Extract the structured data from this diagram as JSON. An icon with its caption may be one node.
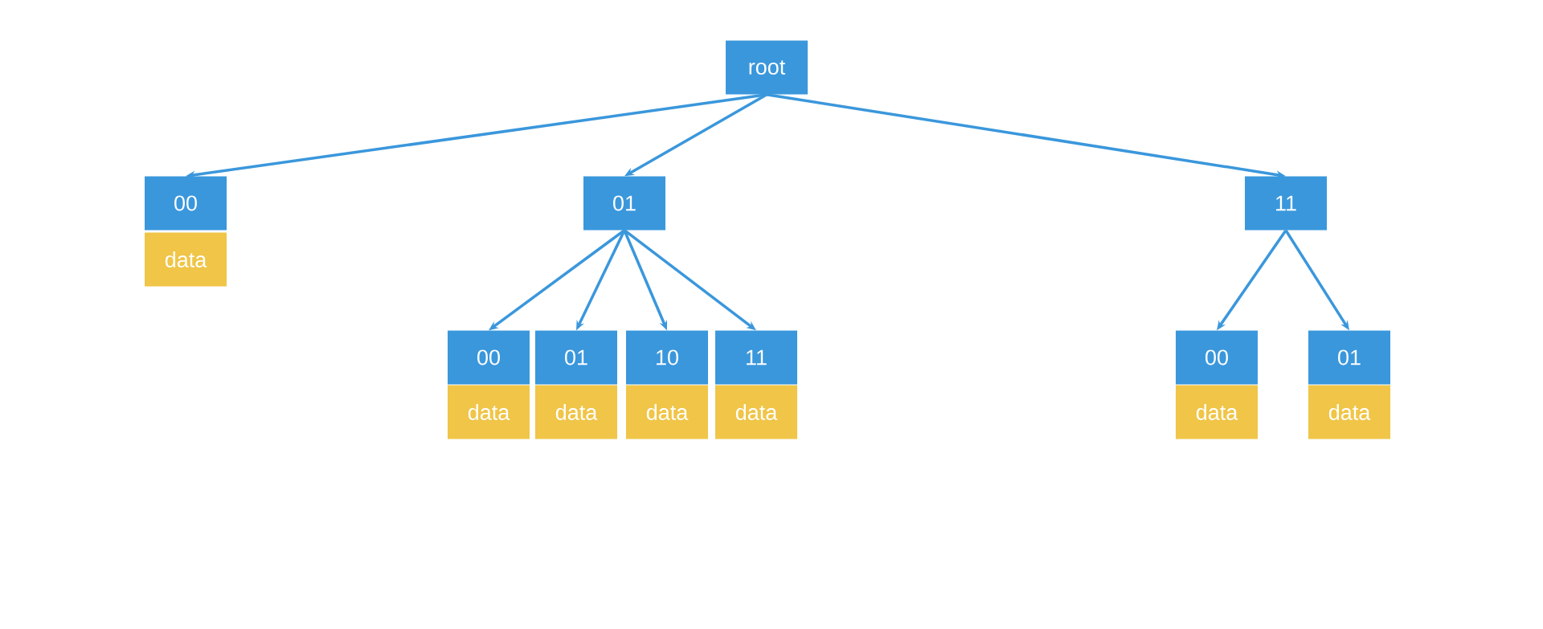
{
  "diagram": {
    "nodes": [
      {
        "text": [
          "root"
        ]
      },
      {
        "text": [
          "00"
        ]
      },
      {
        "text": [
          "01"
        ]
      },
      {
        "text": [
          "11"
        ]
      },
      {
        "text": [
          "data"
        ]
      },
      {
        "text": [
          "00"
        ]
      },
      {
        "text": [
          "01"
        ]
      },
      {
        "text": [
          "10"
        ]
      },
      {
        "text": [
          "11"
        ]
      },
      {
        "text": [
          "00"
        ]
      },
      {
        "text": [
          "01"
        ]
      },
      {
        "text": [
          "data"
        ]
      },
      {
        "text": [
          "data"
        ]
      },
      {
        "text": [
          "data"
        ]
      },
      {
        "text": [
          "data"
        ]
      },
      {
        "text": [
          "data"
        ]
      },
      {
        "text": [
          "data"
        ]
      }
    ],
    "edges": [
      {
        "from": 0,
        "to": 1,
        "arrow": "to"
      },
      {
        "from": 0,
        "to": 2,
        "arrow": "to"
      },
      {
        "from": 0,
        "to": 3,
        "arrow": "to"
      },
      {
        "from": 2,
        "to": 5,
        "arrow": "to"
      },
      {
        "from": 2,
        "to": 6,
        "arrow": "to"
      },
      {
        "from": 2,
        "to": 7,
        "arrow": "to"
      },
      {
        "from": 2,
        "to": 8,
        "arrow": "to"
      },
      {
        "from": 3,
        "to": 9,
        "arrow": "to"
      },
      {
        "from": 3,
        "to": 10,
        "arrow": "to"
      }
    ]
  }
}
